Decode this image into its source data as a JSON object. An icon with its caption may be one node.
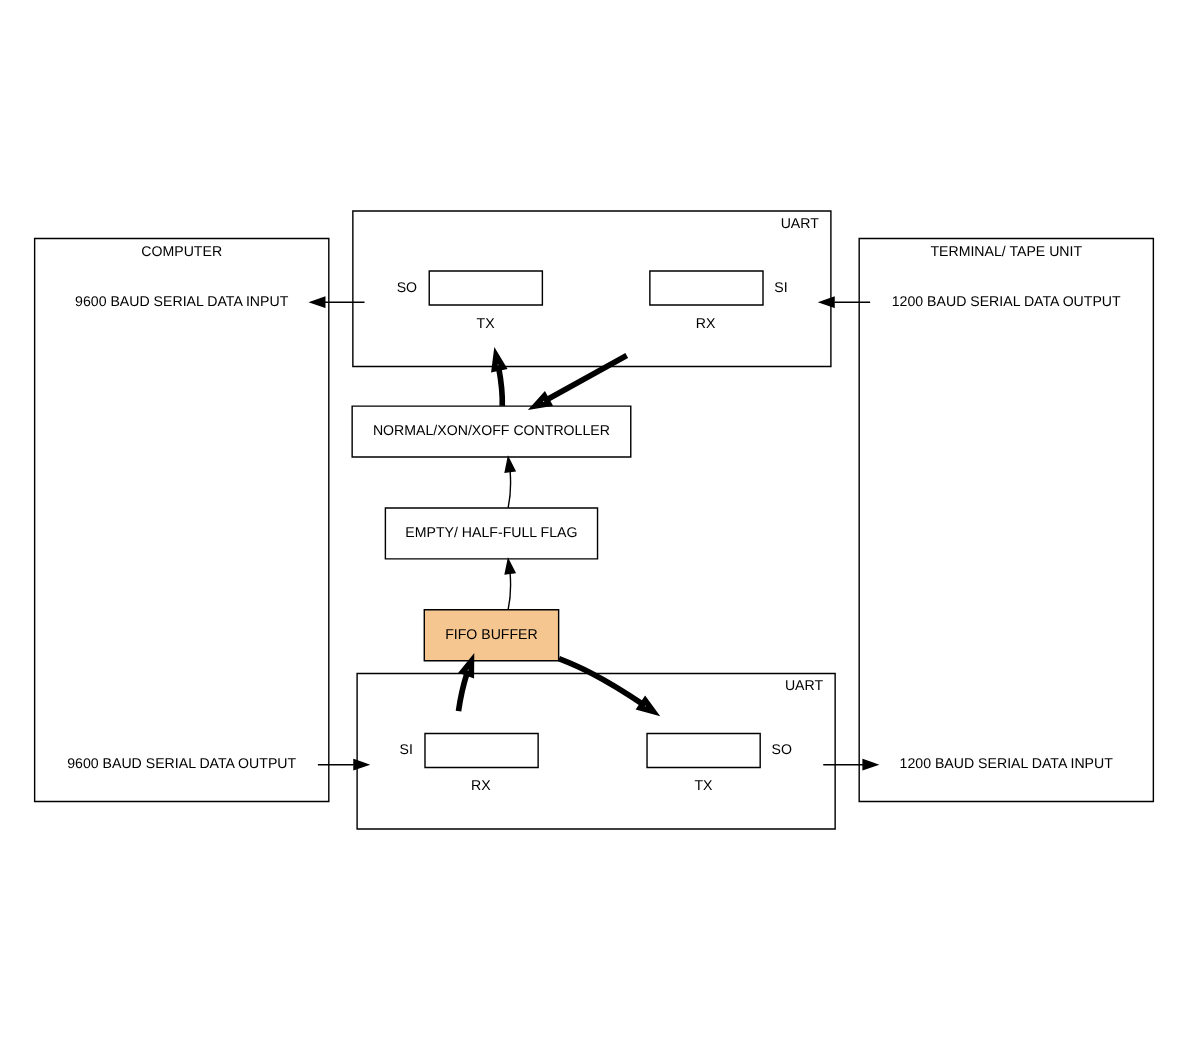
{
  "diagram": {
    "nodes": [
      {
        "text": [
          "COMPUTER"
        ]
      },
      {
        "text": [
          "9600 BAUD SERIAL DATA INPUT"
        ],
        "in": 0
      },
      {
        "text": [
          "9600 BAUD SERIAL DATA OUTPUT"
        ],
        "in": 0
      },
      {
        "text": [
          "UART"
        ]
      },
      {
        "text": [],
        "shape": "box",
        "in": 3,
        "beside": [
          "SO",
          "TX"
        ]
      },
      {
        "text": [],
        "shape": "box",
        "in": 3,
        "beside": [
          "SI",
          "RX"
        ]
      },
      {
        "text": [
          "NORMAL/XON/XOFF CONTROLLER"
        ]
      },
      {
        "text": [
          "EMPTY/ HALF-FULL FLAG"
        ]
      },
      {
        "text": [
          "FIFO BUFFER"
        ]
      },
      {
        "text": [
          "UART"
        ]
      },
      {
        "text": [],
        "shape": "box",
        "in": 9,
        "beside": [
          "SI",
          "RX"
        ]
      },
      {
        "text": [],
        "shape": "box",
        "in": 9,
        "beside": [
          "SO",
          "TX"
        ]
      },
      {
        "text": [
          "TERMINAL/ TAPE UNIT"
        ]
      },
      {
        "text": [
          "1200 BAUD SERIAL DATA OUTPUT"
        ],
        "in": 12
      },
      {
        "text": [
          "1200 BAUD SERIAL DATA INPUT"
        ],
        "in": 12
      }
    ],
    "edges": [
      {
        "from": 4,
        "to": 1,
        "arrow": "to"
      },
      {
        "from": 13,
        "to": 5,
        "arrow": "to"
      },
      {
        "from": 6,
        "to": 4,
        "arrow": "to",
        "style": "thick"
      },
      {
        "from": 5,
        "to": 6,
        "arrow": "to",
        "style": "thick"
      },
      {
        "from": 7,
        "to": 6,
        "arrow": "to"
      },
      {
        "from": 8,
        "to": 7,
        "arrow": "to"
      },
      {
        "from": 10,
        "to": 8,
        "arrow": "to",
        "style": "thick"
      },
      {
        "from": 8,
        "to": 11,
        "arrow": "to",
        "style": "thick"
      },
      {
        "from": 2,
        "to": 10,
        "arrow": "to"
      },
      {
        "from": 11,
        "to": 14,
        "arrow": "to"
      }
    ]
  }
}
